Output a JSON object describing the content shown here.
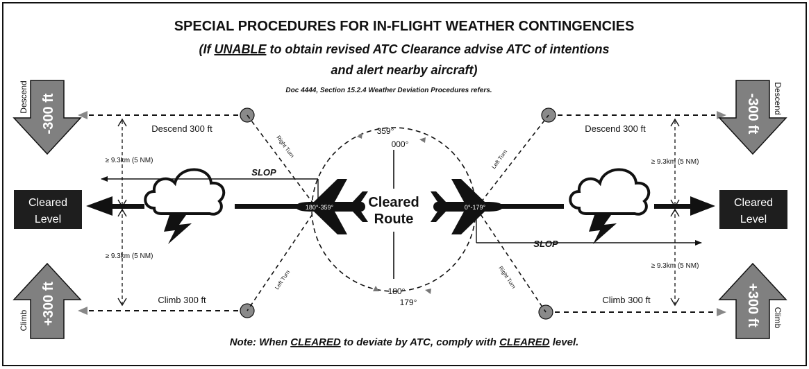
{
  "title": "SPECIAL PROCEDURES FOR IN-FLIGHT WEATHER CONTINGENCIES",
  "subtitle_prefix": "(If ",
  "subtitle_emphasis": "UNABLE",
  "subtitle_suffix": " to obtain revised ATC Clearance advise ATC of intentions",
  "subtitle_line2": "and alert nearby aircraft)",
  "reference": "Doc 4444, Section 15.2.4 Weather Deviation Procedures refers.",
  "center_label_1": "Cleared",
  "center_label_2": "Route",
  "headings": {
    "top_left": "359°",
    "top_right": "000°",
    "bottom_right": "180°",
    "bottom_left": "179°"
  },
  "left": {
    "descend_arrow_value": "-300 ft",
    "descend_arrow_label": "Descend",
    "climb_arrow_value": "+300 ft",
    "climb_arrow_label": "Climb",
    "descend_text": "Descend 300 ft",
    "climb_text": "Climb 300 ft",
    "distance_upper": "≥ 9.3km (5 NM)",
    "distance_lower": "≥ 9.3km (5 NM)",
    "slop": "SLOP",
    "cleared_level_1": "Cleared",
    "cleared_level_2": "Level",
    "upper_turn": "Right Turn",
    "lower_turn": "Left Turn",
    "aircraft_heading": "180°-359°"
  },
  "right": {
    "descend_arrow_value": "-300 ft",
    "descend_arrow_label": "Descend",
    "climb_arrow_value": "+300 ft",
    "climb_arrow_label": "Climb",
    "descend_text": "Descend 300 ft",
    "climb_text": "Climb 300 ft",
    "distance_upper": "≥ 9.3km (5 NM)",
    "distance_lower": "≥ 9.3km (5 NM)",
    "slop": "SLOP",
    "cleared_level_1": "Cleared",
    "cleared_level_2": "Level",
    "upper_turn": "Left Turn",
    "lower_turn": "Right Turn",
    "aircraft_heading": "0°-179°"
  },
  "note_prefix": "Note: When ",
  "note_emphasis_1": "CLEARED",
  "note_middle": " to deviate by ATC, comply with ",
  "note_emphasis_2": "CLEARED",
  "note_suffix": " level.",
  "colors": {
    "ink": "#111111",
    "arrow_gray": "#808080",
    "marker_gray": "#8a8a8a",
    "box_dark": "#1e1e1e"
  }
}
